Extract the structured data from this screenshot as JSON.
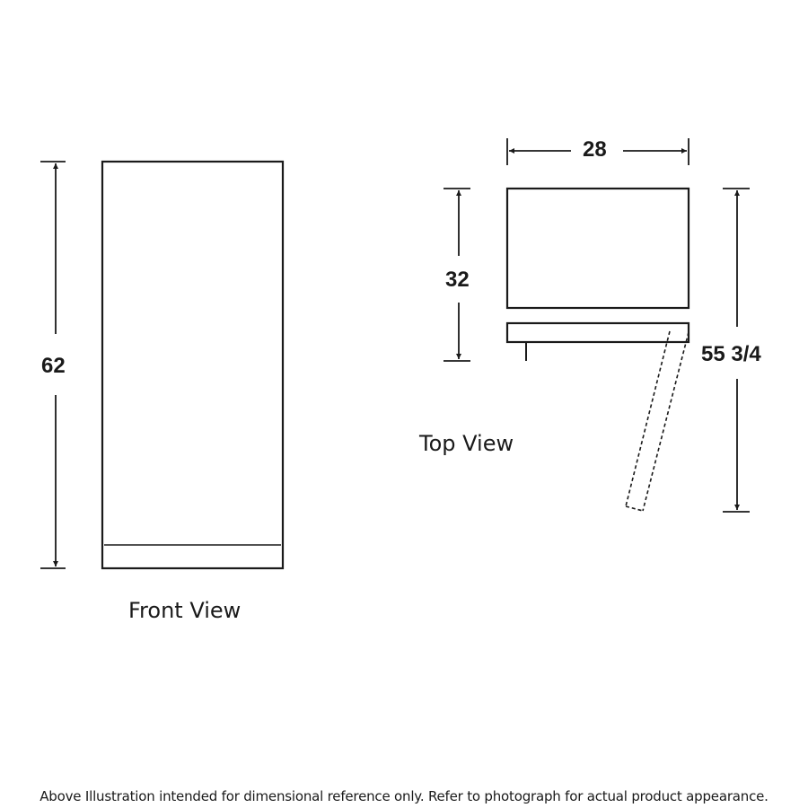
{
  "front_view": {
    "label": "Front View",
    "height_dimension": "62"
  },
  "top_view": {
    "label": "Top View",
    "width_dimension": "28",
    "depth_dimension": "32",
    "door_open_depth_dimension": "55 3/4"
  },
  "footnote": "Above Illustration intended for dimensional reference only. Refer to photograph for actual product appearance.",
  "colors": {
    "line": "#1a1a1a",
    "background": "#ffffff"
  }
}
